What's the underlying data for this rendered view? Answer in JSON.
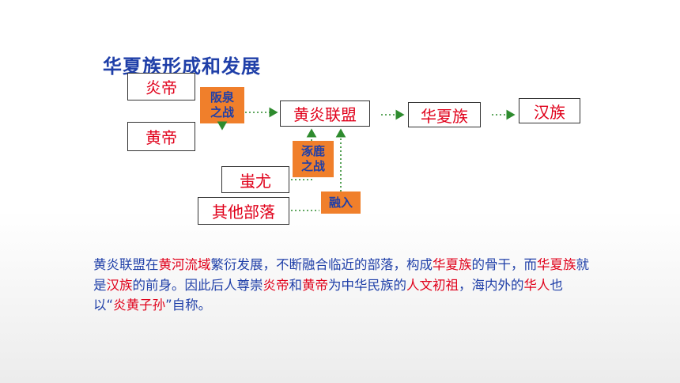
{
  "title": "华夏族形成和发展",
  "nodes": {
    "yandi": "炎帝",
    "huangdi": "黄帝",
    "chiyou": "蚩尤",
    "others": "其他部落",
    "alliance": "黄炎联盟",
    "huaxia": "华夏族",
    "han": "汉族"
  },
  "events": {
    "banquan": "阪泉\n之战",
    "zhuolu": "涿鹿\n之战",
    "rongru": "融入"
  },
  "colors": {
    "title": "#1f3fa8",
    "text": "#1f3fa8",
    "highlight": "#e0001a",
    "event_bg": "#f07f2b",
    "arrow": "#2e8b2e"
  },
  "paragraph": [
    {
      "t": "黄炎联盟在",
      "hl": false
    },
    {
      "t": "黄河流域",
      "hl": true
    },
    {
      "t": "繁衍发展，不断融合临近的部落，构成",
      "hl": false
    },
    {
      "t": "华夏族",
      "hl": true
    },
    {
      "t": "的骨干，而",
      "hl": false
    },
    {
      "t": "华夏族",
      "hl": true
    },
    {
      "t": "就是",
      "hl": false
    },
    {
      "t": "汉族",
      "hl": true
    },
    {
      "t": "的前身。因此后人尊崇",
      "hl": false
    },
    {
      "t": "炎帝",
      "hl": true
    },
    {
      "t": "和",
      "hl": false
    },
    {
      "t": "黄帝",
      "hl": true
    },
    {
      "t": "为中华民族的",
      "hl": false
    },
    {
      "t": "人文初祖",
      "hl": true
    },
    {
      "t": "，海内外的",
      "hl": false
    },
    {
      "t": "华人",
      "hl": true
    },
    {
      "t": "也以“",
      "hl": false
    },
    {
      "t": "炎黄子孙",
      "hl": true
    },
    {
      "t": "”自称。",
      "hl": false
    }
  ]
}
